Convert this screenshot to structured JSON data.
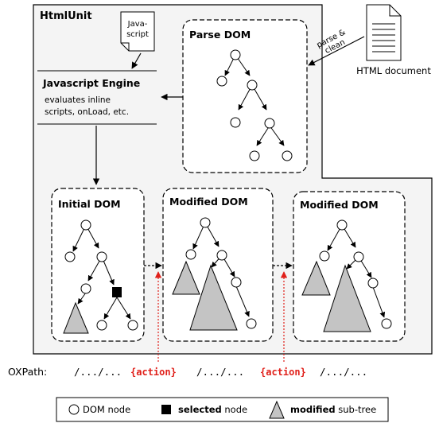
{
  "htmlunit": {
    "title": "HtmlUnit"
  },
  "javascript_file": {
    "line1": "Java-",
    "line2": "script"
  },
  "html_document": {
    "label": "HTML document",
    "arrow_label_line1": "parse &",
    "arrow_label_line2": "clean"
  },
  "engine": {
    "title": "Javascript Engine",
    "desc_line1": "evaluates inline",
    "desc_line2": "scripts, onLoad, etc."
  },
  "panels": {
    "parse": {
      "title": "Parse DOM"
    },
    "initial": {
      "title": "Initial DOM"
    },
    "modified1": {
      "title": "Modified DOM"
    },
    "modified2": {
      "title": "Modified DOM"
    }
  },
  "oxpath": {
    "label": "OXPath:",
    "path1": "/.../...",
    "action1": "{action}",
    "path2": "/.../...",
    "action2": "{action}",
    "path3": "/.../..."
  },
  "legend": {
    "dom_node": "DOM node",
    "selected_bold": "selected",
    "selected_rest": " node",
    "modified_bold": "modified",
    "modified_rest": " sub-tree"
  },
  "colors": {
    "action_red": "#e0201a",
    "subtree_fill": "#c4c4c4"
  }
}
